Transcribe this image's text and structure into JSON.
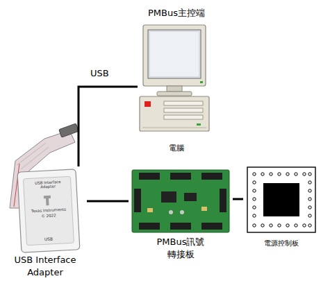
{
  "diagram": {
    "nodes": [
      {
        "text": [
          "PMBus主控端",
          "電腦"
        ]
      },
      {
        "text": [
          "USB Interface Adapter"
        ]
      },
      {
        "text": [
          "PMBus訊號 轉接板"
        ]
      },
      {
        "text": [
          "電源控制板"
        ]
      }
    ],
    "edges": [
      {
        "from": 0,
        "to": 1,
        "arrow": "none",
        "label": "USB"
      },
      {
        "from": 1,
        "to": 2,
        "arrow": "none"
      },
      {
        "from": 2,
        "to": 3,
        "arrow": "none"
      }
    ],
    "labels": [
      "USB Interface Adapter",
      "Texas Instruments",
      "© 2022",
      "USB"
    ]
  }
}
